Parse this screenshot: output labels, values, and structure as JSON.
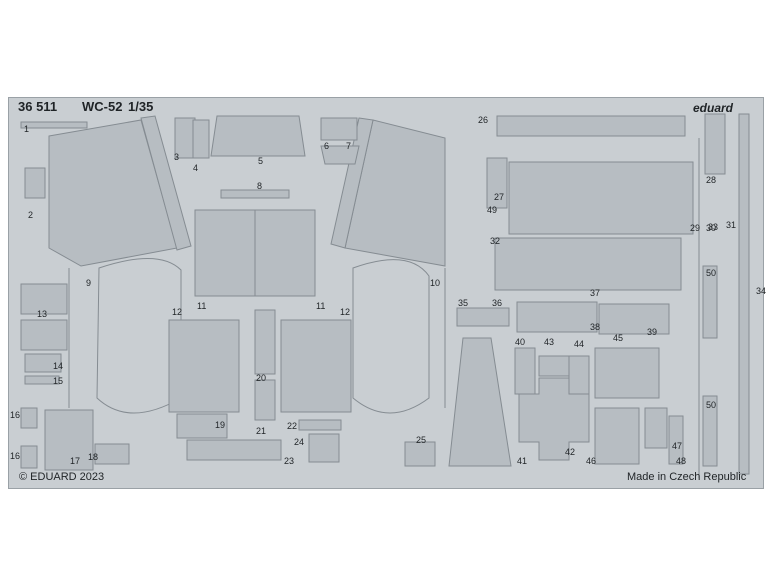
{
  "header": {
    "set_number": "36 511",
    "kit": "WC-52",
    "scale": "1/35",
    "brand": "eduard"
  },
  "footer": {
    "copyright": "© EDUARD 2023",
    "origin": "Made in Czech Republic"
  },
  "part_numbers": [
    "1",
    "2",
    "3",
    "4",
    "5",
    "6",
    "7",
    "8",
    "9",
    "10",
    "11",
    "11",
    "12",
    "12",
    "13",
    "14",
    "15",
    "16",
    "16",
    "17",
    "18",
    "19",
    "20",
    "21",
    "22",
    "23",
    "24",
    "25",
    "26",
    "27",
    "28",
    "29",
    "30",
    "31",
    "32",
    "33",
    "34",
    "35",
    "36",
    "37",
    "38",
    "39",
    "40",
    "41",
    "42",
    "43",
    "44",
    "45",
    "46",
    "47",
    "48",
    "49",
    "50",
    "50"
  ],
  "colors": {
    "fret": "#c9ced2",
    "part": "#b7bdc2",
    "edge": "#858c92",
    "text": "#1f2326"
  }
}
